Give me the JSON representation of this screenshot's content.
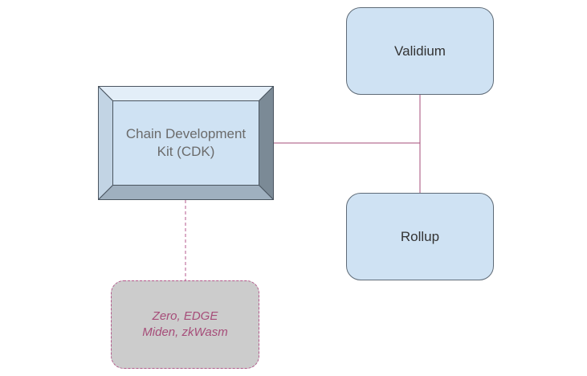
{
  "diagram": {
    "nodes": {
      "cdk": {
        "lines": [
          "Chain Development",
          "Kit (CDK)"
        ]
      },
      "validium": {
        "label": "Validium"
      },
      "rollup": {
        "label": "Rollup"
      },
      "implementations": {
        "lines": [
          "Zero, EDGE",
          "Miden, zkWasm"
        ]
      }
    },
    "colors": {
      "box_fill": "#cfe2f3",
      "box_border": "#5f6b77",
      "connector": "#a64d79",
      "dashed_fill": "#cccccc",
      "dashed_text": "#a64d79",
      "cdk_text": "#6b6b6b"
    },
    "edges": [
      {
        "from": "cdk",
        "to": "validium",
        "style": "solid"
      },
      {
        "from": "cdk",
        "to": "rollup",
        "style": "solid"
      },
      {
        "from": "cdk",
        "to": "implementations",
        "style": "dashed"
      }
    ]
  }
}
